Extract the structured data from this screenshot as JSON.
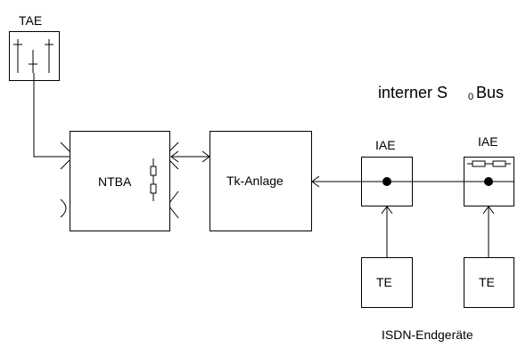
{
  "labels": {
    "tae": "TAE",
    "ntba": "NTBA",
    "tk_anlage": "Tk-Anlage",
    "bus_prefix": "interner S",
    "bus_subscript": "0",
    "bus_suffix": "Bus",
    "iae_left": "IAE",
    "iae_right": "IAE",
    "te_left": "TE",
    "te_right": "TE",
    "endgeraete": "ISDN-Endgeräte"
  },
  "colors": {
    "stroke": "#000000",
    "background": "#ffffff"
  }
}
